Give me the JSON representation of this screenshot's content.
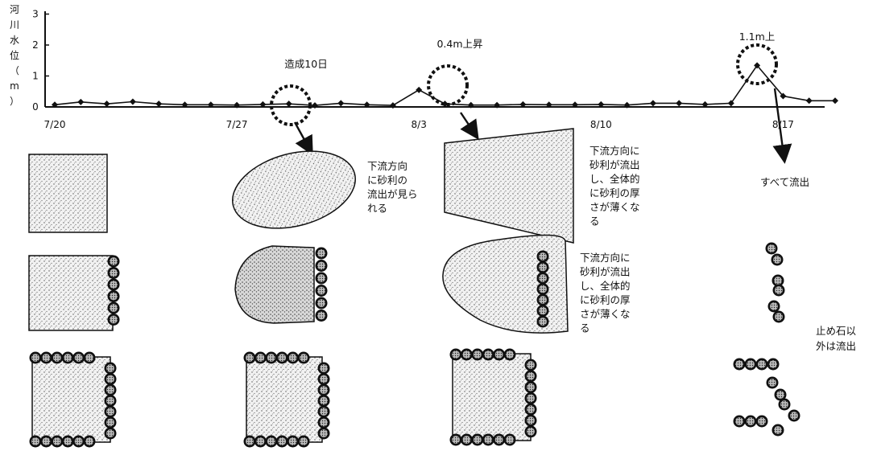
{
  "chart_data": {
    "type": "line",
    "ylabel": [
      "河",
      "川",
      "水",
      "位",
      "（",
      "m",
      "）"
    ],
    "ylim": [
      0,
      3
    ],
    "yticks": [
      "0",
      "1",
      "2",
      "3"
    ],
    "xlim": [
      0,
      29
    ],
    "x_ticks": [
      {
        "label": "7/20",
        "x": 0
      },
      {
        "label": "7/27",
        "x": 7
      },
      {
        "label": "8/3",
        "x": 14
      },
      {
        "label": "8/10",
        "x": 21
      },
      {
        "label": "8/17",
        "x": 28
      }
    ],
    "series": [
      {
        "x": [
          0,
          1,
          2,
          3,
          4,
          5,
          6,
          7,
          8,
          9,
          10,
          11,
          12,
          13,
          14,
          15,
          16,
          17,
          18,
          19,
          20,
          21,
          22,
          23,
          24,
          25,
          26,
          27,
          28,
          29,
          30
        ],
        "y": [
          0.07,
          0.16,
          0.1,
          0.17,
          0.1,
          0.07,
          0.07,
          0.06,
          0.08,
          0.1,
          0.05,
          0.12,
          0.07,
          0.05,
          0.55,
          0.1,
          0.06,
          0.06,
          0.08,
          0.07,
          0.07,
          0.08,
          0.06,
          0.12,
          0.12,
          0.08,
          0.12,
          1.34,
          0.35,
          0.2,
          0.2
        ]
      }
    ],
    "annotations": [
      {
        "label": "造成10日",
        "x": 9
      },
      {
        "label": "0.4m上昇",
        "x": 14
      },
      {
        "label": "1.1m上",
        "x": 27
      }
    ]
  },
  "notes": {
    "row1_mid": [
      "下流方向",
      "に砂利の",
      "流出が見ら",
      "れる"
    ],
    "row1_right": [
      "下流方向に",
      "砂利が流出",
      "し、全体的",
      "に砂利の厚",
      "さが薄くな",
      "る"
    ],
    "row1_far": "すべて流出",
    "row2_right": [
      "下流方向に",
      "砂利が流出",
      "し、全体的",
      "に砂利の厚",
      "さが薄くな",
      "る"
    ],
    "row3_far": [
      "止め石以",
      "外は流出"
    ]
  }
}
